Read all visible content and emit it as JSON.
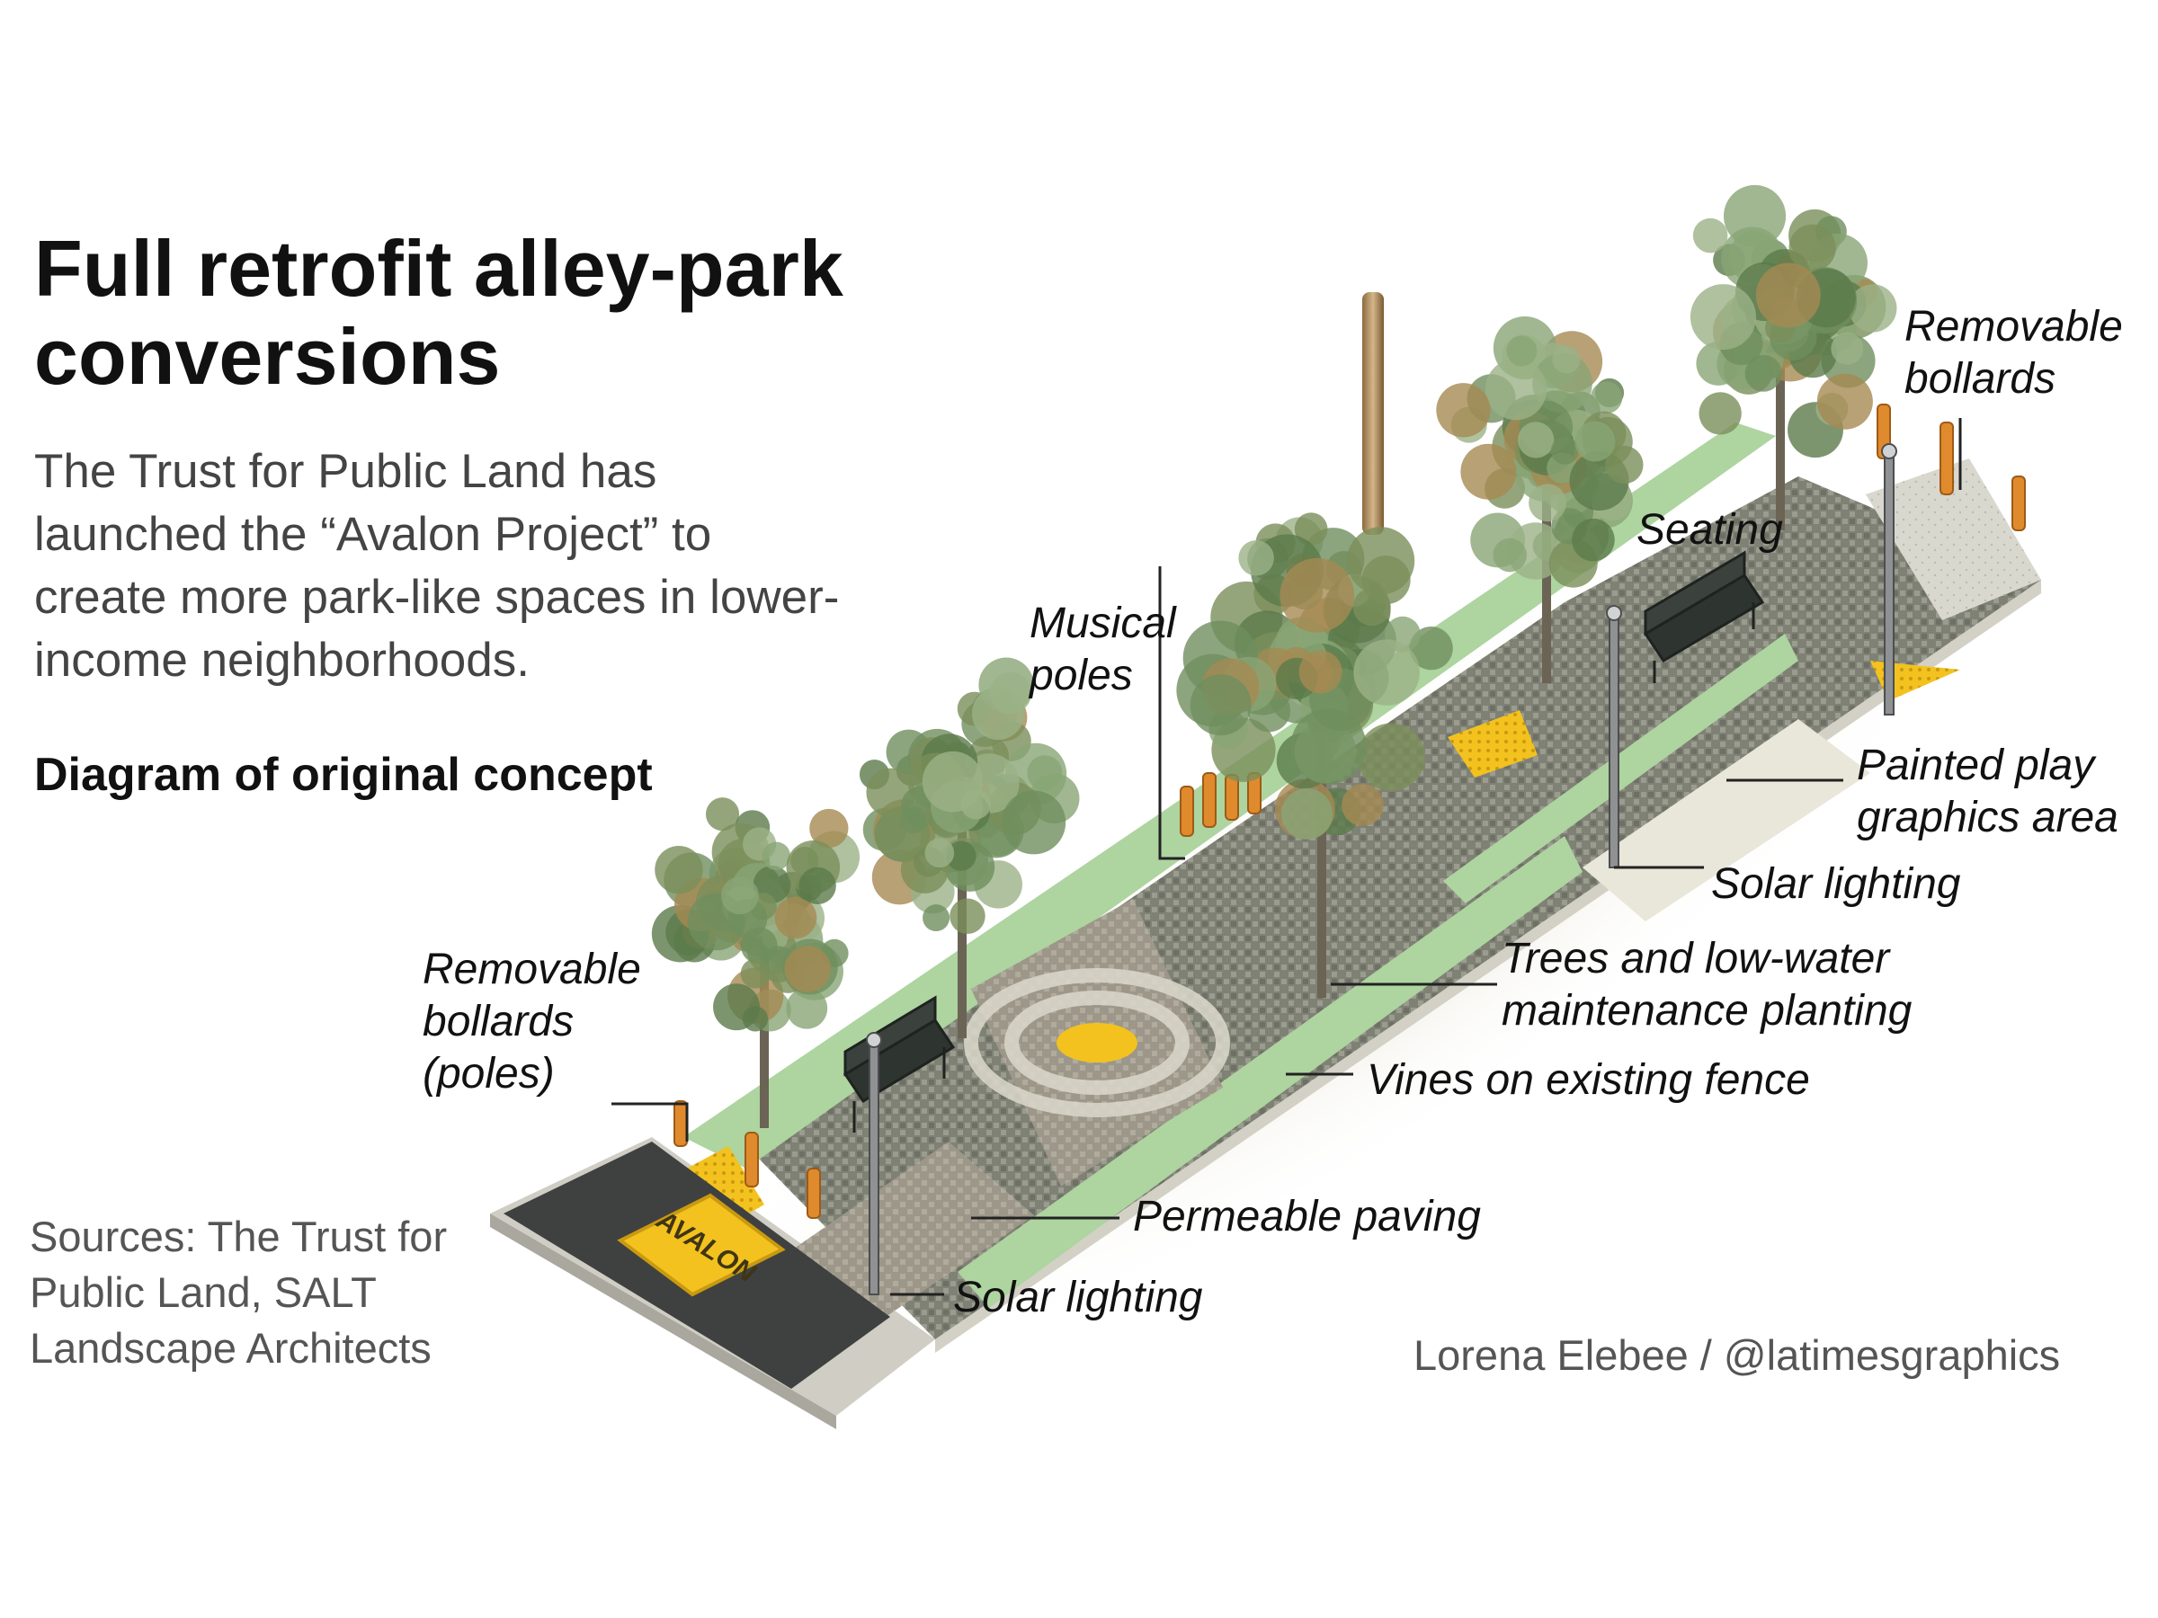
{
  "header": {
    "title": "Full retrofit alley-park conversions",
    "intro": "The Trust for Public Land has launched the “Avalon Project” to create more park-like spaces in lower-income neighborhoods.",
    "subhead": "Diagram of original concept"
  },
  "footer": {
    "sources": "Sources: The Trust for Public Land, SALT Landscape Architects",
    "credit": "Lorena Elebee / @latimesgraphics"
  },
  "diagram": {
    "ground_marking": "AVALON",
    "labels": {
      "removable_bollards_top": "Removable bollards",
      "seating": "Seating",
      "musical_poles": "Musical poles",
      "painted_play": "Painted play graphics area",
      "solar_lighting_right": "Solar lighting",
      "trees_planting": "Trees and low-water maintenance planting",
      "vines_fence": "Vines on existing fence",
      "removable_bollards_poles": "Removable bollards (poles)",
      "permeable_paving": "Permeable paving",
      "solar_lighting_left": "Solar lighting"
    }
  },
  "colors": {
    "paving": "#7d7f73",
    "planting_strip": "#aed4a0",
    "foliage": "#7d9a6a",
    "bollard": "#e08a2e",
    "tactile_yellow": "#f3c21f"
  }
}
